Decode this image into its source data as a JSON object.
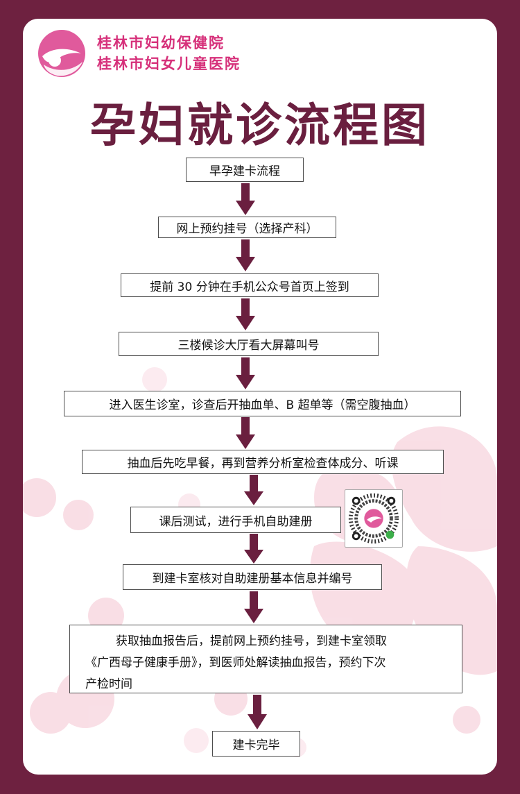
{
  "header": {
    "org_line1": "桂林市妇幼保健院",
    "org_line2": "桂林市妇女儿童医院",
    "logo_icon": "hands-holding-baby-logo-icon"
  },
  "title": "孕妇就诊流程图",
  "steps": [
    "早孕建卡流程",
    "网上预约挂号（选择产科）",
    "提前 30 分钟在手机公众号首页上签到",
    "三楼候诊大厅看大屏幕叫号",
    "进入医生诊室，诊查后开抽血单、B 超单等（需空腹抽血）",
    "抽血后先吃早餐，再到营养分析室检查体成分、听课",
    "课后测试，进行手机自助建册",
    "到建卡室核对自助建册基本信息并编号",
    {
      "line1": "获取抽血报告后，提前网上预约挂号，到建卡室领取",
      "line2": "《广西母子健康手册》，到医师处解读抽血报告，预约下次",
      "line3": "产检时间"
    },
    "建卡完毕"
  ],
  "qr_icon": "wechat-mini-program-qr-code-icon",
  "colors": {
    "frame": "#6e2140",
    "title": "#6a1f3f",
    "brand_pink": "#d6307a",
    "arrow": "#6a1f3f"
  }
}
